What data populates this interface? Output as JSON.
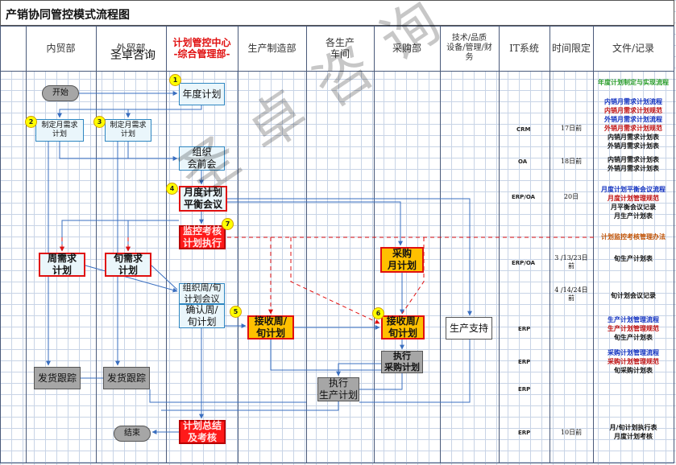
{
  "page": {
    "title": "产销协同管控模式流程图"
  },
  "lanes": [
    {
      "id": "neimao",
      "label": "内贸部"
    },
    {
      "id": "waimao",
      "label": "外贸部"
    },
    {
      "id": "jihua",
      "label": "计划管控中心\n-综合管理部-"
    },
    {
      "id": "shengchan",
      "label": "生产制造部"
    },
    {
      "id": "chejian",
      "label": "各生产\n车间"
    },
    {
      "id": "caigou",
      "label": "采购部"
    },
    {
      "id": "jishu",
      "label": "技术/品质\n设备/管理/财\n务"
    },
    {
      "id": "it",
      "label": "IT系统"
    },
    {
      "id": "time",
      "label": "时间限定"
    },
    {
      "id": "docs",
      "label": "文件/记录"
    }
  ],
  "watermark": {
    "small": "圣卓咨询",
    "big": "圣卓咨询"
  },
  "nodes": {
    "start": "开始",
    "annual_plan": "年度计划",
    "monthly_demand_domestic": "制定月需求\n计划",
    "monthly_demand_foreign": "制定月需求\n计划",
    "pre_meeting": "组织\n会前会",
    "monthly_balance": "月度计划\n平衡会议",
    "monitor": "监控考核\n计划执行",
    "weekly_demand": "周需求\n计划",
    "tenday_demand": "旬需求\n计划",
    "purchase_monthly": "采购\n月计划",
    "organize_weekly": "组织周/旬\n计划会议",
    "confirm_weekly": "确认周/\n旬计划",
    "receive_weekly_prod": "接收周/\n旬计划",
    "receive_weekly_purch": "接收周/\n旬计划",
    "prod_support": "生产支持",
    "exec_purchase": "执行\n采购计划",
    "exec_production": "执行\n生产计划",
    "ship_track_domestic": "发货跟踪",
    "ship_track_foreign": "发货跟踪",
    "summary": "计划总结\n及考核",
    "end": "结束"
  },
  "badges": [
    "1",
    "2",
    "3",
    "4",
    "7",
    "5",
    "6"
  ],
  "it_systems": [
    "CRM",
    "OA",
    "ERP/OA",
    "ERP/OA",
    "ERP",
    "ERP",
    "ERP",
    "ERP"
  ],
  "time_limits": [
    "17日前",
    "18日前",
    "20日",
    "3 /13/23日\n前",
    "4 /14/24日\n前",
    "10日前"
  ],
  "documents": {
    "g0": [
      {
        "text": "年度计划制定与实现流程",
        "color": "#2a9d2a"
      }
    ],
    "g1": [
      {
        "text": "内销月需求计划流程",
        "color": "#1030c0"
      },
      {
        "text": "内销月需求计划规范",
        "color": "#c01010"
      },
      {
        "text": "外销月需求计划流程",
        "color": "#1030c0"
      },
      {
        "text": "外销月需求计划规范",
        "color": "#c01010"
      },
      {
        "text": "内销月需求计划表",
        "color": "#111111"
      },
      {
        "text": "外销月需求计划表",
        "color": "#111111"
      }
    ],
    "g2": [
      {
        "text": "内销月需求计划表",
        "color": "#111111"
      },
      {
        "text": "外销月需求计划表",
        "color": "#111111"
      }
    ],
    "g3": [
      {
        "text": "月度计划平衡会议流程",
        "color": "#1030c0"
      },
      {
        "text": "月度计划管理规范",
        "color": "#c01010"
      },
      {
        "text": "月平衡会议记录",
        "color": "#111111"
      },
      {
        "text": "月生产计划表",
        "color": "#111111"
      }
    ],
    "g4": [
      {
        "text": "计划监控考核管理办法",
        "color": "#c05000"
      }
    ],
    "g5": [
      {
        "text": "旬生产计划表",
        "color": "#111111"
      }
    ],
    "g6": [
      {
        "text": "旬计划会议记录",
        "color": "#111111"
      }
    ],
    "g7": [
      {
        "text": "生产计划管理流程",
        "color": "#1030c0"
      },
      {
        "text": "生产计划管理规范",
        "color": "#c01010"
      },
      {
        "text": "旬生产计划表",
        "color": "#111111"
      }
    ],
    "g8": [
      {
        "text": "采购计划管理流程",
        "color": "#1030c0"
      },
      {
        "text": "采购计划管理规范",
        "color": "#c01010"
      },
      {
        "text": "旬采购计划表",
        "color": "#111111"
      }
    ],
    "g9": [
      {
        "text": "月/旬计划执行表",
        "color": "#111111"
      },
      {
        "text": "月度计划考核",
        "color": "#111111"
      }
    ]
  },
  "colors": {
    "grid": "#c8d4e6",
    "arrow": "#3a6fc0",
    "dashed": "#e01010",
    "badge": "#ffff00"
  }
}
